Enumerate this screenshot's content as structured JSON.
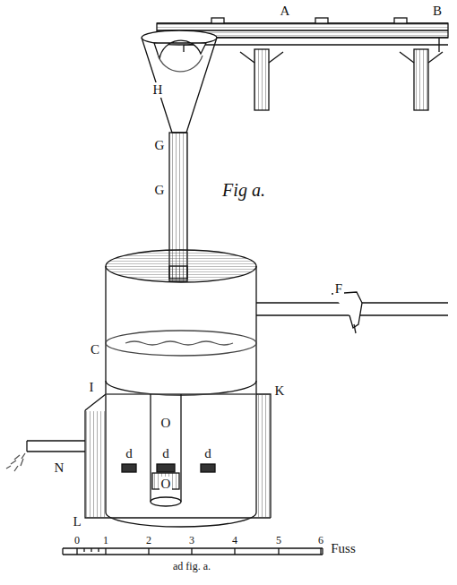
{
  "diagram": {
    "labels": [
      "A",
      "B",
      "H",
      "G",
      "G",
      "Fig a.",
      "F",
      "C",
      "I",
      "K",
      "O",
      "N",
      "d",
      "d",
      "d",
      "O",
      "L",
      "0",
      "1",
      "2",
      "3",
      "4",
      "5",
      "6",
      "Fuss",
      "ad fig. a."
    ]
  }
}
